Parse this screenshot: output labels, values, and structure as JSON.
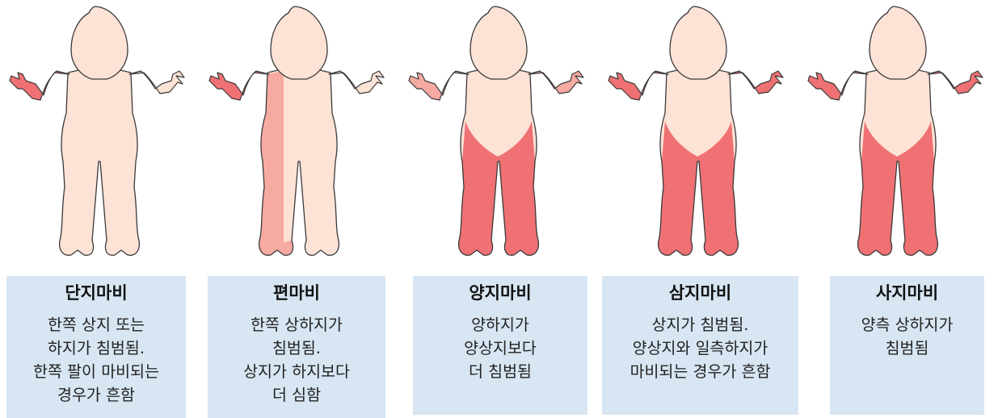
{
  "colors": {
    "skin": "#fde2d6",
    "outline": "#3a3a3a",
    "paralysis_strong": "#f07173",
    "paralysis_light": "#f6aaa2",
    "card_bg": "#d8e6f3"
  },
  "panels": [
    {
      "title": "단지마비",
      "description": "한쪽 상지 또는\n하지가 침범됨.\n한쪽 팔이 마비되는\n경우가 흔함",
      "affected": {
        "right_arm": "strong",
        "left_arm": "none",
        "legs": "none",
        "right_half": "none"
      }
    },
    {
      "title": "편마비",
      "description": "한쪽 상하지가\n침범됨.\n상지가 하지보다\n더 심함",
      "affected": {
        "right_arm": "strong",
        "left_arm": "none",
        "legs": "none",
        "right_half": "light"
      }
    },
    {
      "title": "양지마비",
      "description": "양하지가\n양상지보다\n더 침범됨",
      "affected": {
        "right_arm": "light",
        "left_arm": "light",
        "legs": "strong",
        "right_half": "none"
      }
    },
    {
      "title": "삼지마비",
      "description": "상지가 침범됨.\n양상지와 일측하지가\n마비되는 경우가 흔함",
      "affected": {
        "right_arm": "strong",
        "left_arm": "strong",
        "legs": "strong",
        "right_half": "none"
      }
    },
    {
      "title": "사지마비",
      "description": "양측 상하지가\n침범됨",
      "affected": {
        "right_arm": "strong",
        "left_arm": "strong",
        "legs": "strong",
        "right_half": "none"
      }
    }
  ]
}
